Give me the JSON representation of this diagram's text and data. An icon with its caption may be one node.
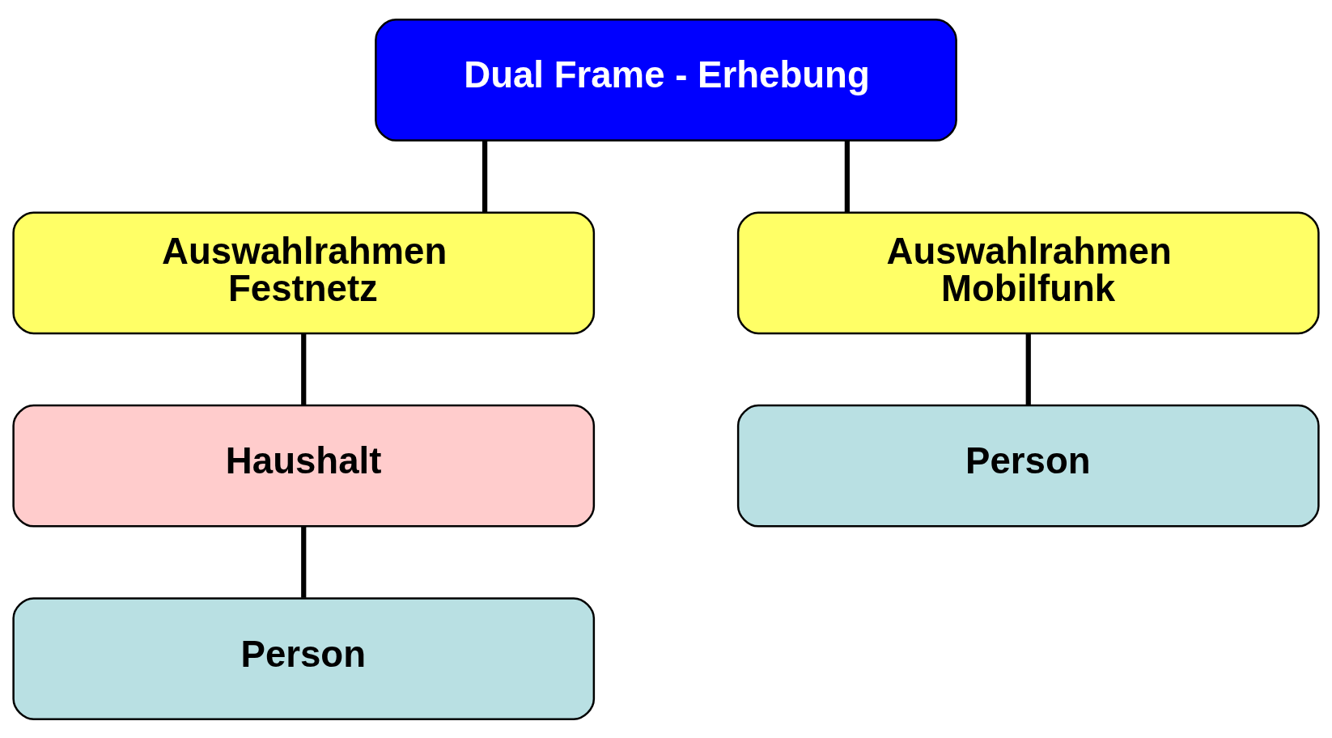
{
  "diagram": {
    "nodes": [
      {
        "text": [
          "Dual Frame - Erhebung"
        ]
      },
      {
        "text": [
          "Auswahlrahmen Festnetz"
        ]
      },
      {
        "text": [
          "Auswahlrahmen Mobilfunk"
        ]
      },
      {
        "text": [
          "Haushalt"
        ]
      },
      {
        "text": [
          "Person"
        ]
      },
      {
        "text": [
          "Person"
        ]
      }
    ],
    "edges": [
      {
        "from": 0,
        "to": 1,
        "arrow": "none"
      },
      {
        "from": 0,
        "to": 2,
        "arrow": "none"
      },
      {
        "from": 1,
        "to": 3,
        "arrow": "none"
      },
      {
        "from": 2,
        "to": 4,
        "arrow": "none"
      },
      {
        "from": 3,
        "to": 5,
        "arrow": "none"
      }
    ]
  }
}
